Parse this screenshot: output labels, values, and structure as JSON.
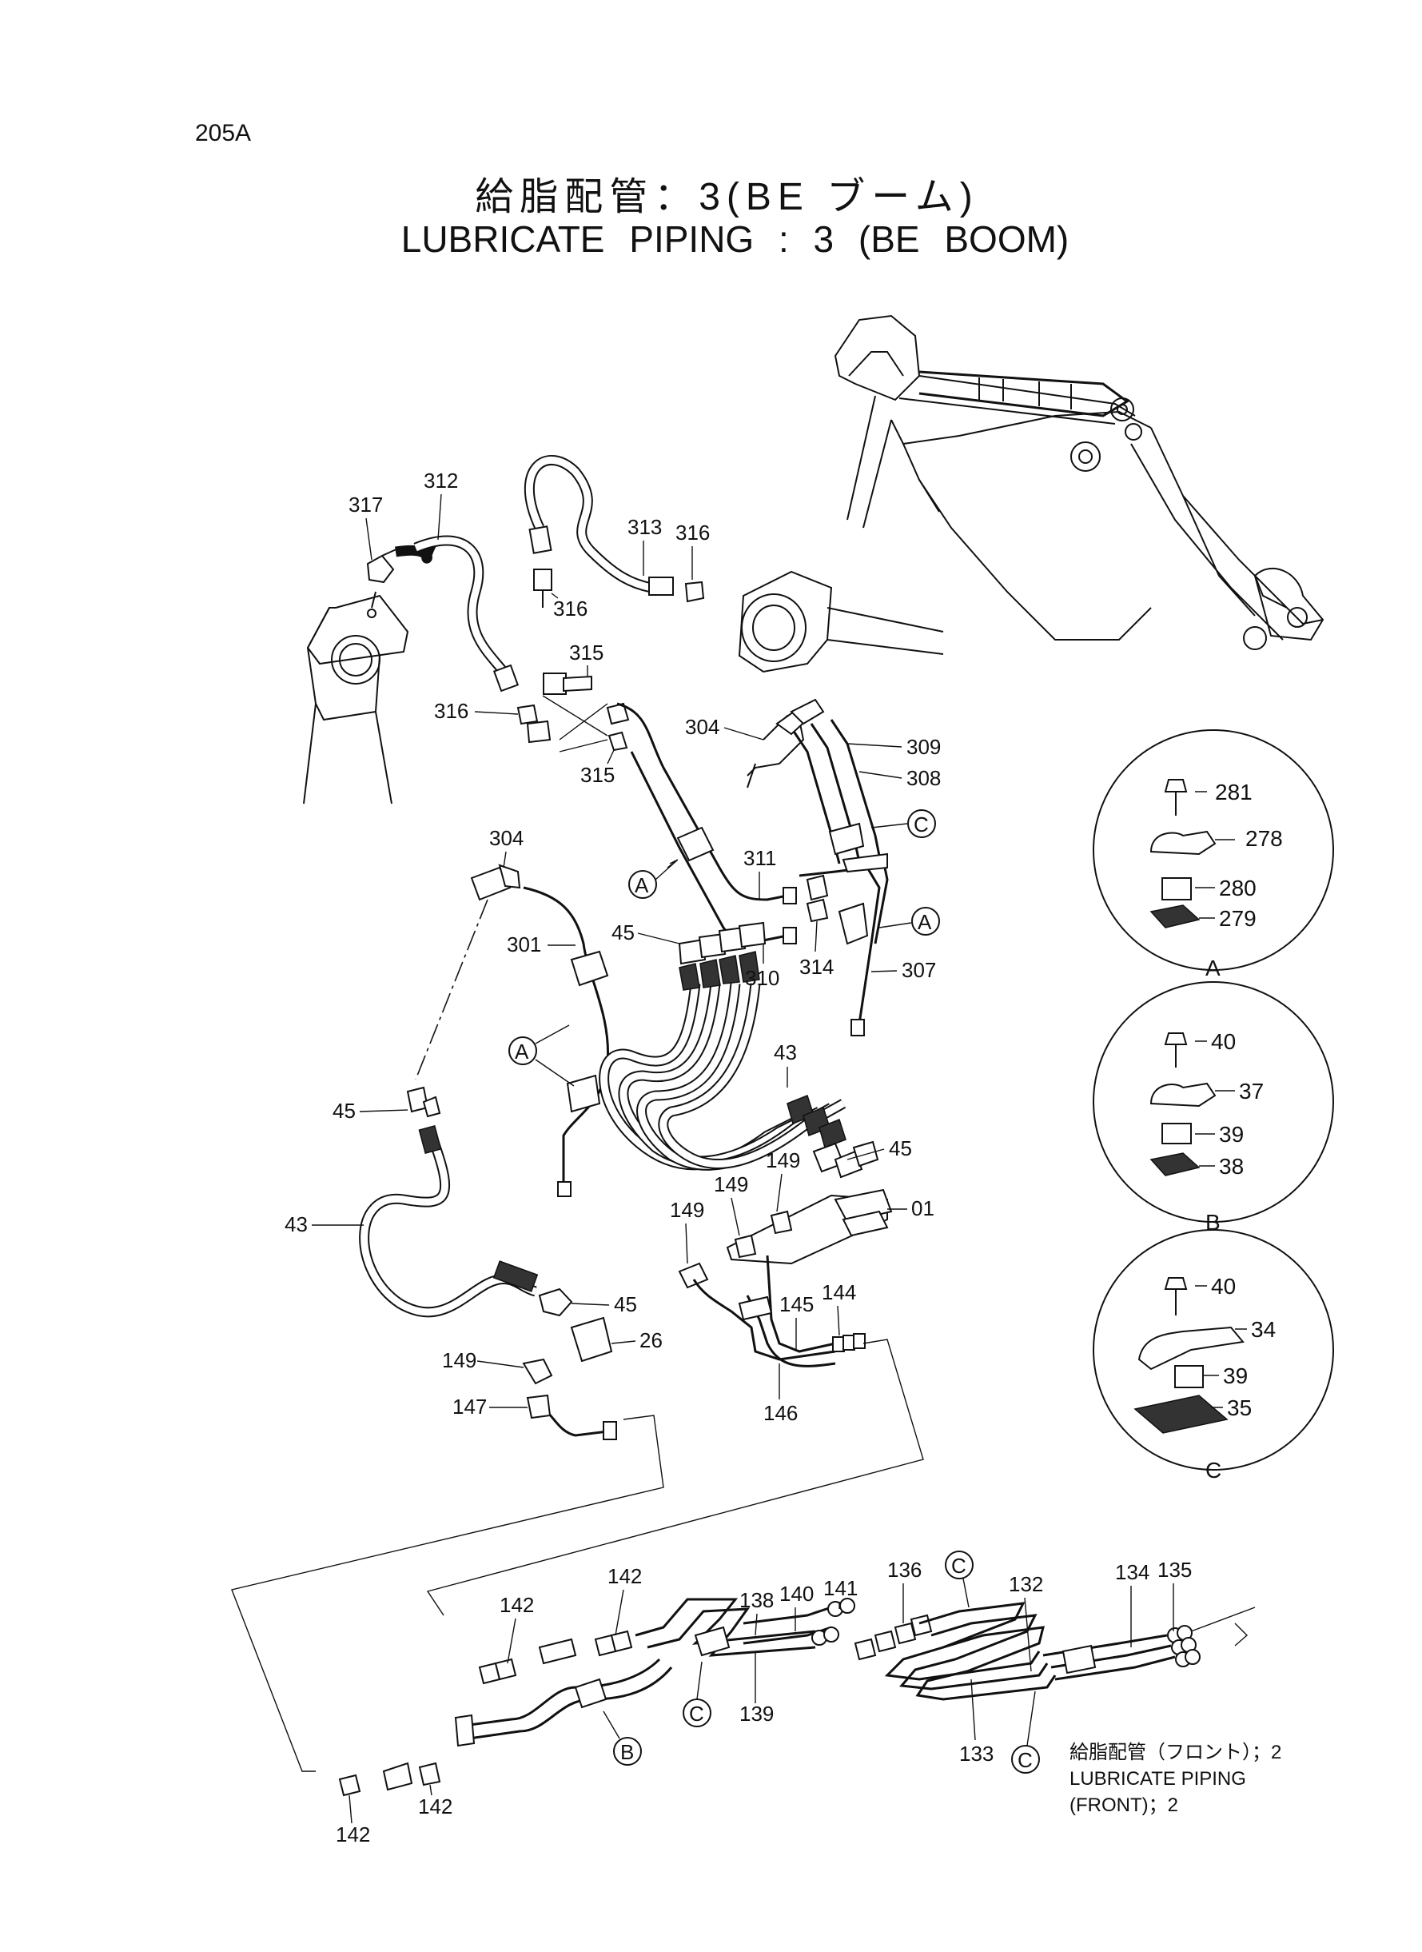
{
  "page_code": "205A",
  "title_jp": "給脂配管：3(BE ブーム)",
  "title_en": "LUBRICATE PIPING : 3 (BE BOOM)",
  "callouts": {
    "c317": "317",
    "c312": "312",
    "c313": "313",
    "c316a": "316",
    "c316b": "316",
    "c316c": "316",
    "c315a": "315",
    "c315b": "315",
    "c304a": "304",
    "c304b": "304",
    "c309": "309",
    "c308": "308",
    "c311": "311",
    "c310": "310",
    "c314": "314",
    "c307": "307",
    "c301": "301",
    "c45a": "45",
    "c45b": "45",
    "c45c": "45",
    "c45d": "45",
    "c43a": "43",
    "c43b": "43",
    "c149a": "149",
    "c149b": "149",
    "c149c": "149",
    "c149d": "149",
    "c01": "01",
    "c26": "26",
    "c147": "147",
    "c145": "145",
    "c144": "144",
    "c146": "146",
    "c142a": "142",
    "c142b": "142",
    "c142c": "142",
    "c142d": "142",
    "c138": "138",
    "c140": "140",
    "c141": "141",
    "c139": "139",
    "c136": "136",
    "c132": "132",
    "c134": "134",
    "c135": "135",
    "c133": "133"
  },
  "section_markers": {
    "a1": "A",
    "a2": "A",
    "a3": "A",
    "b1": "B",
    "c1": "C",
    "c2": "C",
    "c3": "C",
    "c4": "C"
  },
  "details": {
    "A": {
      "title": "A",
      "parts": [
        "281",
        "278",
        "280",
        "279"
      ]
    },
    "B": {
      "title": "B",
      "parts": [
        "40",
        "37",
        "39",
        "38"
      ]
    },
    "C": {
      "title": "C",
      "parts": [
        "40",
        "34",
        "39",
        "35"
      ]
    }
  },
  "note": {
    "jp": "給脂配管（フロント）；2",
    "en1": "LUBRICATE PIPING",
    "en2": "(FRONT)；2"
  }
}
